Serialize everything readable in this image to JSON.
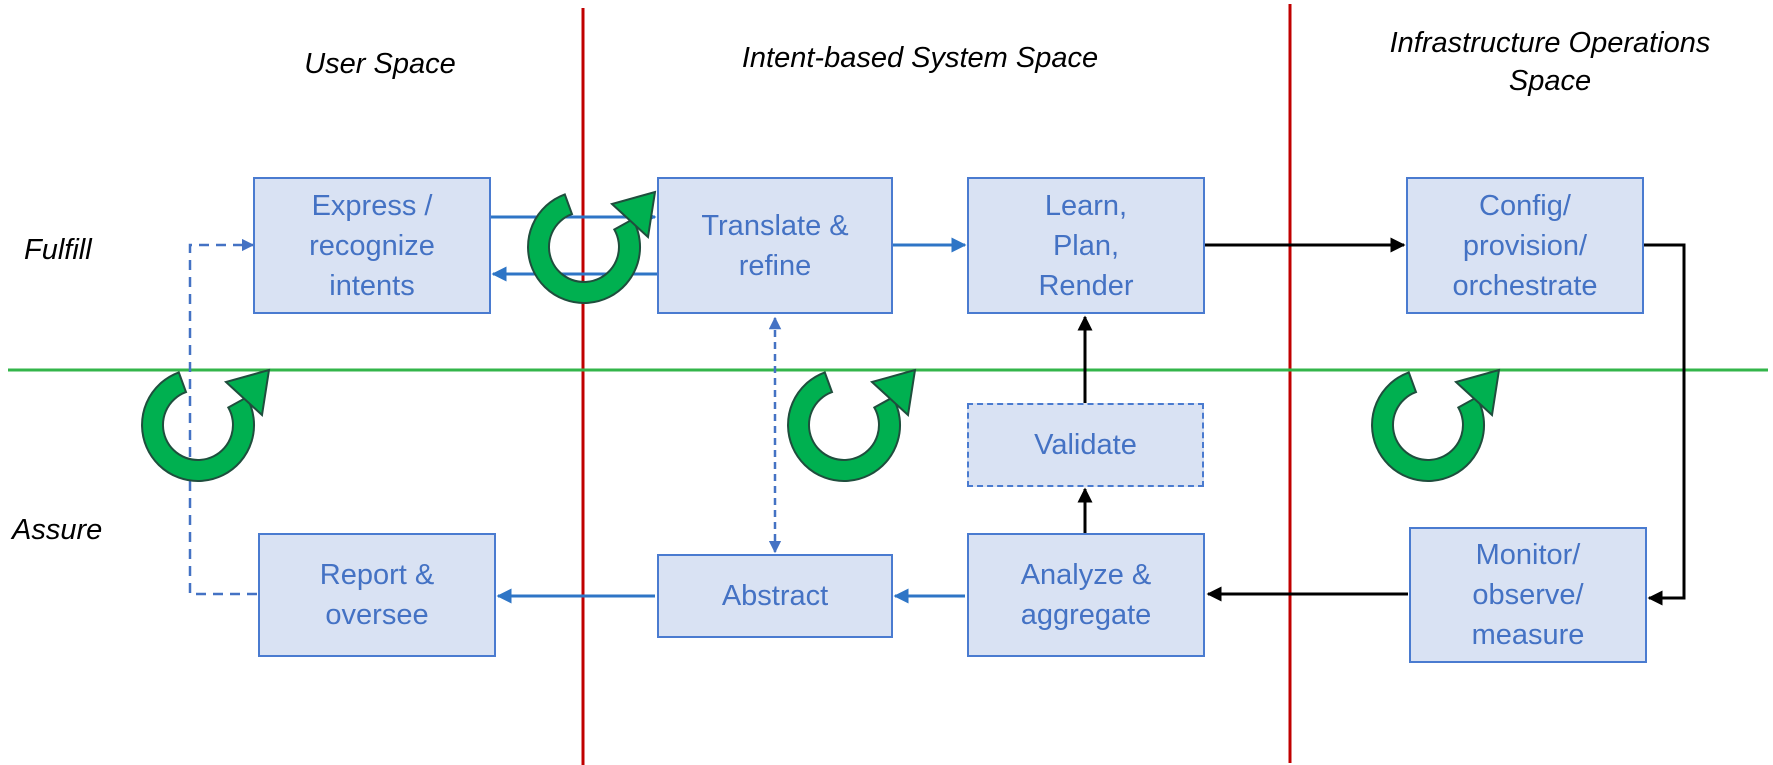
{
  "headings": {
    "user_space": "User Space",
    "system_space": "Intent-based System Space",
    "infra_space": "Infrastructure Operations\nSpace"
  },
  "rows": {
    "fulfill": "Fulfill",
    "assure": "Assure"
  },
  "boxes": {
    "express": "Express /\nrecognize\nintents",
    "translate": "Translate &\nrefine",
    "learn": "Learn,\nPlan,\nRender",
    "config": "Config/\nprovision/\norchestrate",
    "validate": "Validate",
    "report": "Report &\noversee",
    "abstract": "Abstract",
    "analyze": "Analyze &\naggregate",
    "monitor": "Monitor/\nobserve/\nmeasure"
  },
  "colors": {
    "box_fill": "#d9e2f3",
    "box_border": "#4a7bd0",
    "box_text": "#4472c4",
    "flow_arrow": "#2e75c6",
    "infra_arrow": "#000000",
    "space_divider": "#c00000",
    "row_divider": "#33b54a",
    "cycle_icon_fill": "#00b050",
    "cycle_icon_outline": "#1f4e3d"
  }
}
